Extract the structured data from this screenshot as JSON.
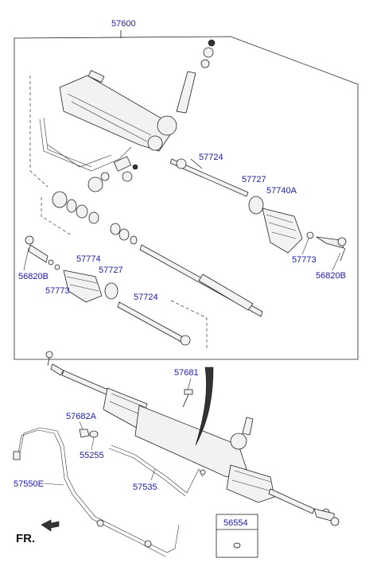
{
  "labels": {
    "assembly_top": "57600",
    "inner_tie_rod_upper": "57724",
    "ring_upper": "57727",
    "bellows_kit_right": "57740A",
    "band_right": "57773",
    "outer_tie_rod_right": "56820B",
    "outer_tie_rod_left": "56820B",
    "bellows_left": "57774",
    "ring_lower": "57727",
    "band_left": "57773",
    "inner_tie_rod_lower": "57724",
    "bolt": "57681",
    "nut": "57682A",
    "washer": "55255",
    "hose_left": "57550E",
    "feed_tube": "57535",
    "inset_part": "56554",
    "direction": "FR."
  },
  "colors": {
    "label_blue": "#1a1aa6",
    "line": "#222222"
  }
}
